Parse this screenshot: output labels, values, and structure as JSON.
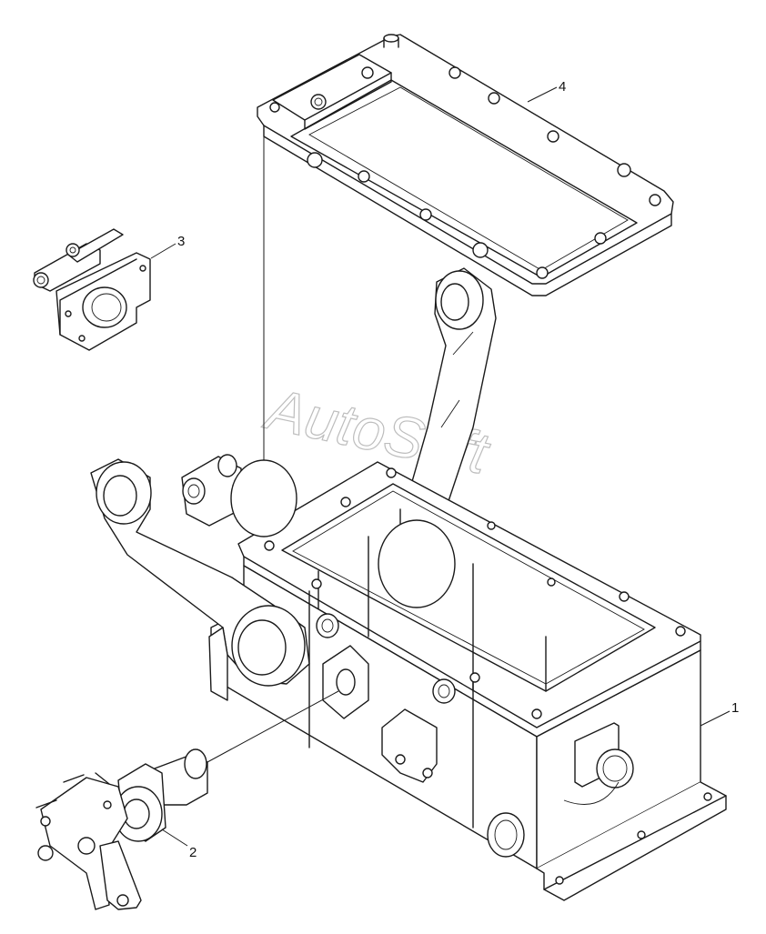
{
  "watermark": "AutoSoft",
  "callouts": {
    "part1": "1",
    "part2": "2",
    "part3": "3",
    "part4": "4"
  }
}
